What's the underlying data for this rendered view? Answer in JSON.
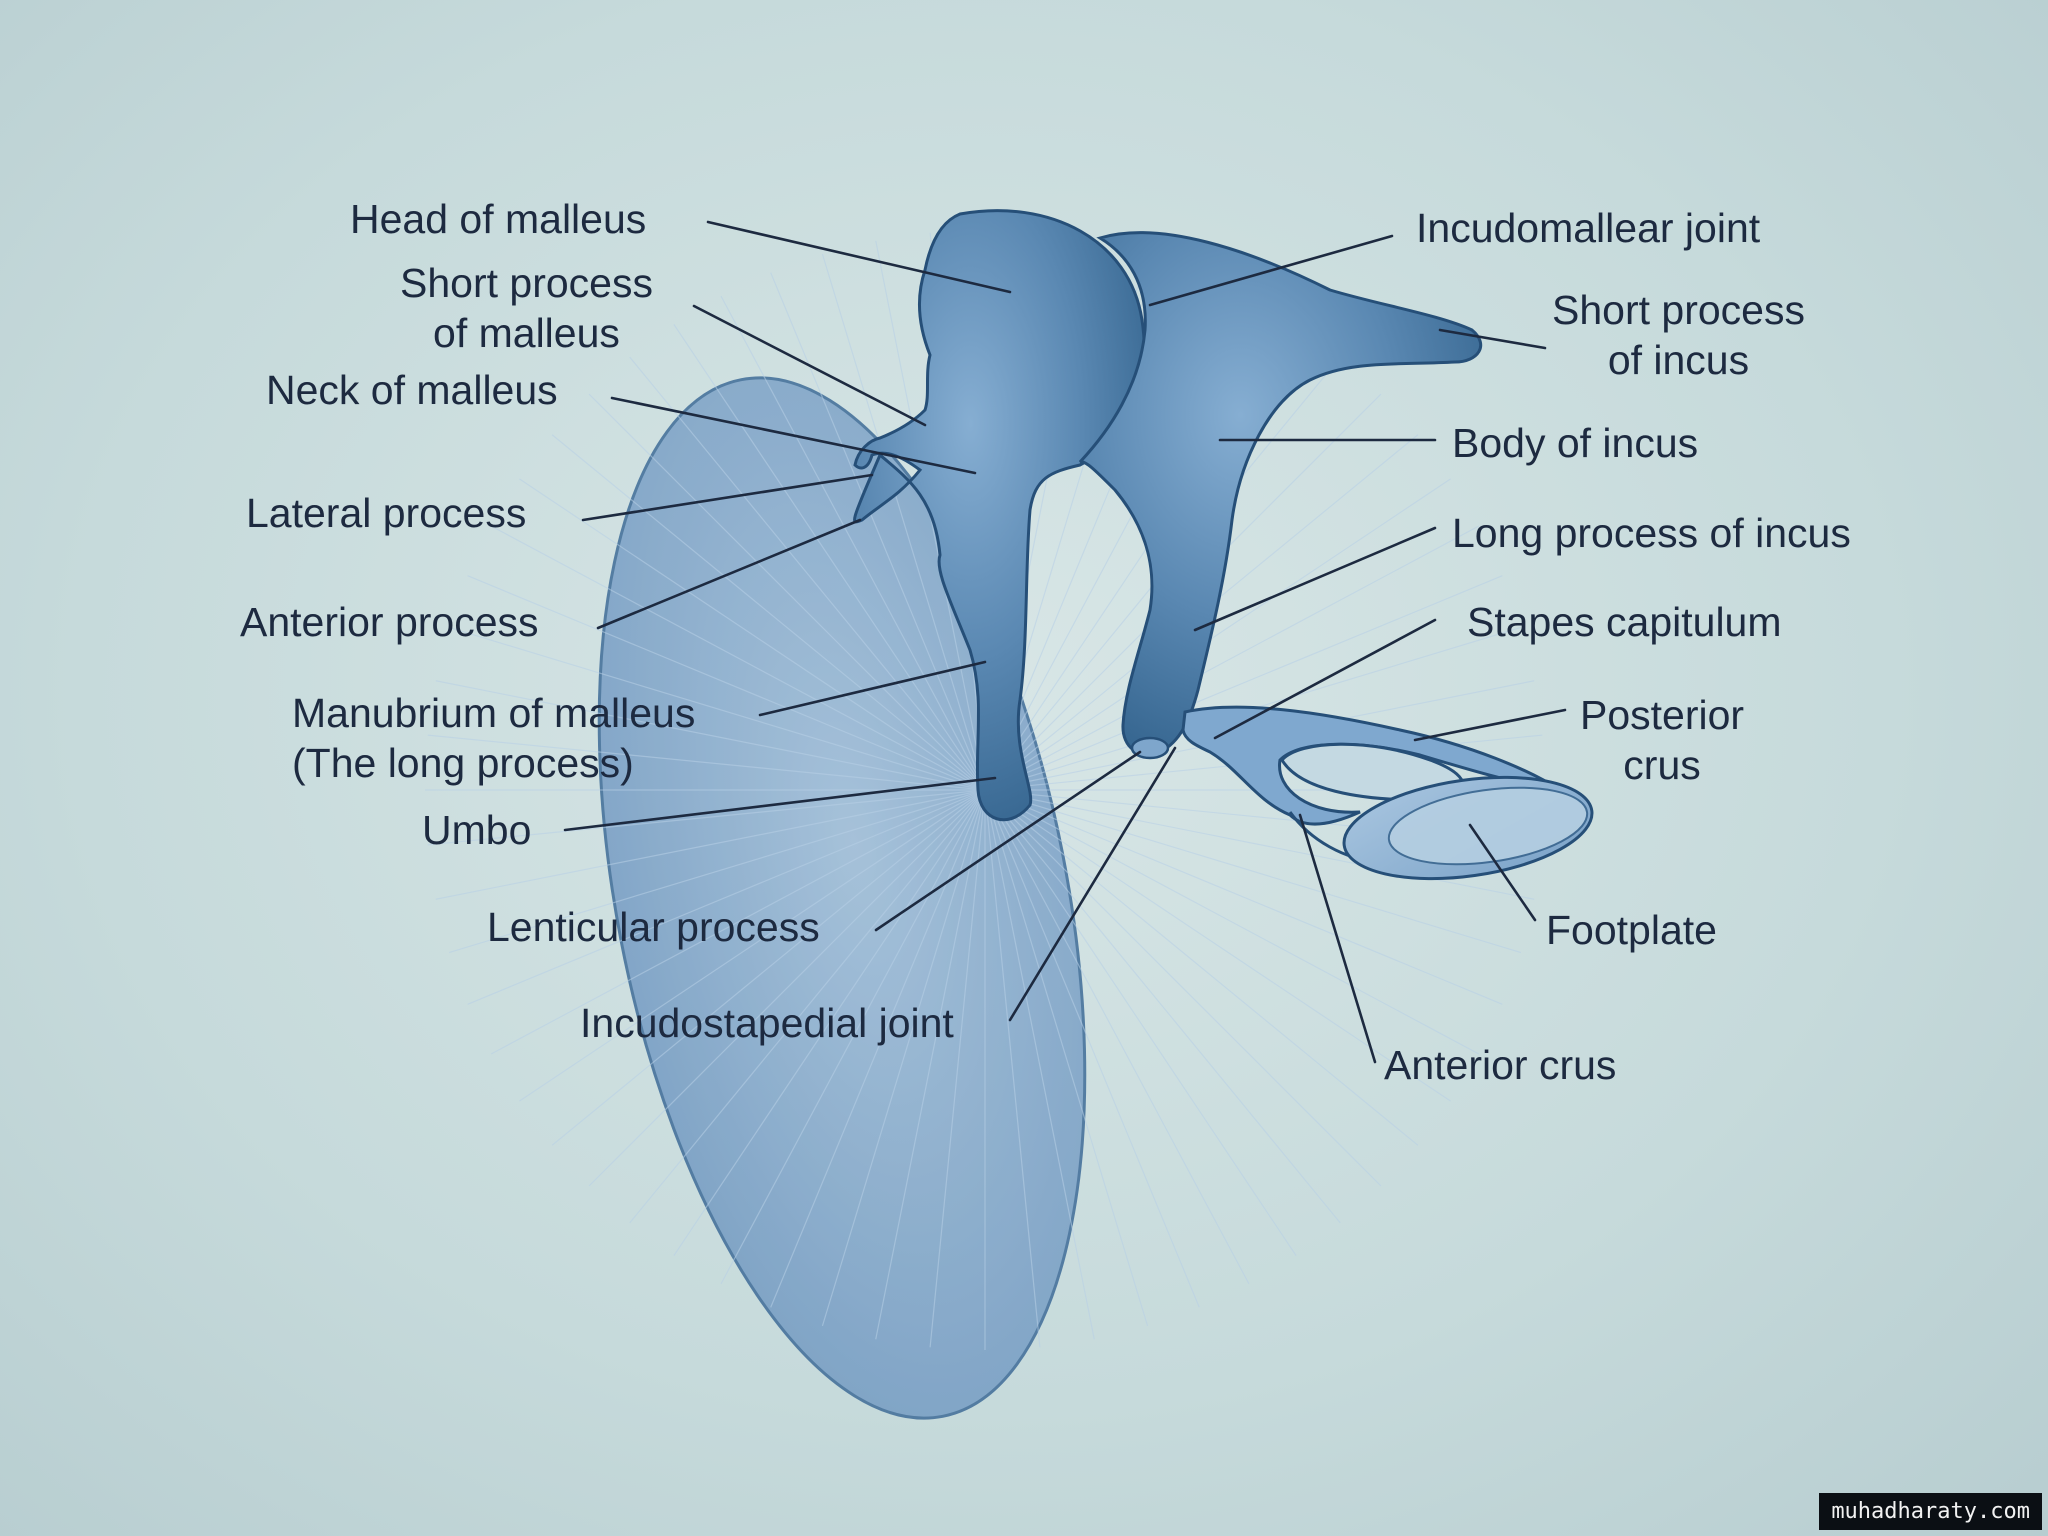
{
  "labels": {
    "head_of_malleus": "Head of malleus",
    "short_process_of_malleus": "Short process\nof malleus",
    "neck_of_malleus": "Neck of malleus",
    "lateral_process": "Lateral process",
    "anterior_process": "Anterior process",
    "manubrium_of_malleus": "Manubrium of malleus\n(The long process)",
    "umbo": "Umbo",
    "lenticular_process": "Lenticular process",
    "incudostapedial_joint": "Incudostapedial joint",
    "incudomallear_joint": "Incudomallear joint",
    "short_process_of_incus": "Short process\nof incus",
    "body_of_incus": "Body of incus",
    "long_process_of_incus": "Long process of incus",
    "stapes_capitulum": "Stapes capitulum",
    "posterior_crus": "Posterior\ncrus",
    "footplate": "Footplate",
    "anterior_crus": "Anterior crus"
  },
  "watermark": "muhadharaty.com",
  "colors": {
    "background": "#c9dcde",
    "bone_fill": "#5a88b2",
    "bone_dark": "#2f5f8c",
    "membrane_fill": "#7da3c8",
    "label_text": "#1d2a40",
    "leader_line": "#1d2a40"
  }
}
